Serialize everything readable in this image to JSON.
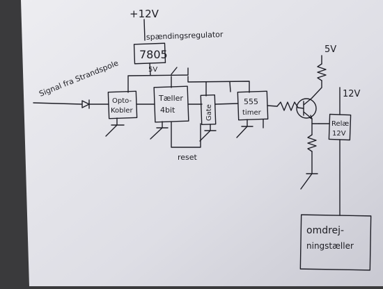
{
  "diagram": {
    "supply_top": "+12V",
    "regulator_label": "spændingsregulator",
    "regulator_chip": "7805",
    "regulator_out": "5V",
    "input_label": "Signal fra Strandspole",
    "blocks": {
      "opto": [
        "Opto-",
        "Kobler"
      ],
      "counter": [
        "Tæller",
        "4bit"
      ],
      "gate": [
        "Gate"
      ],
      "timer": [
        "555",
        "timer"
      ],
      "relay": [
        "Relæ",
        "12V"
      ],
      "inverter": [
        "omdrej-",
        "ningstæller"
      ]
    },
    "reset_label": "reset",
    "transistor_supply": "5V",
    "relay_supply": "12V"
  }
}
